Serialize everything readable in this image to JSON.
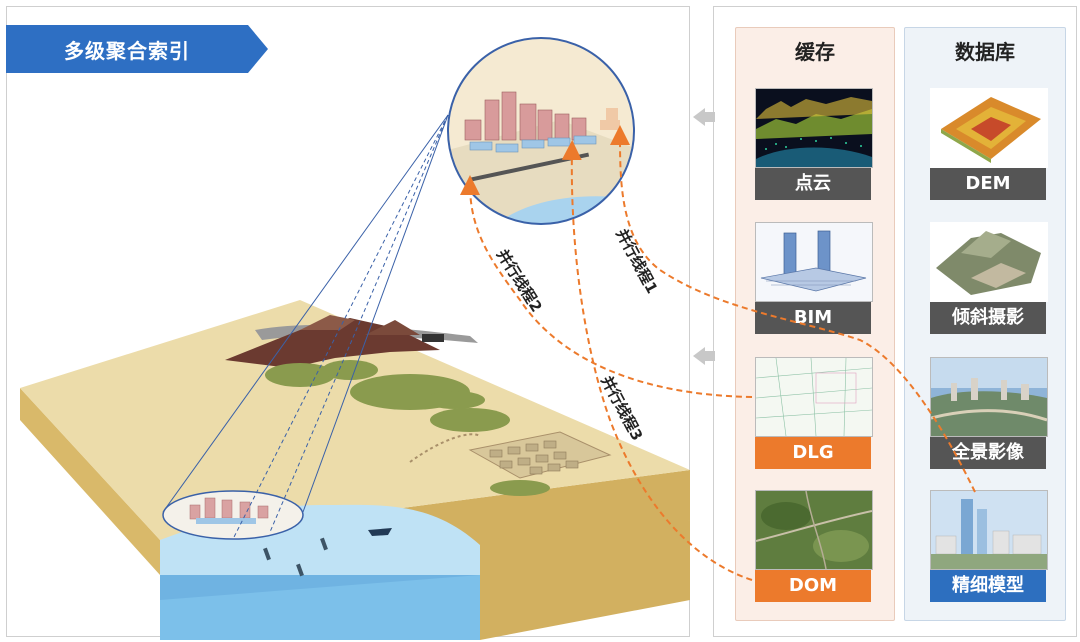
{
  "banner": {
    "title": "多级聚合索引",
    "color": "#2e6fc3"
  },
  "cache": {
    "title": "缓存",
    "items": [
      {
        "label": "点云",
        "style": "gray"
      },
      {
        "label": "BIM",
        "style": "gray"
      },
      {
        "label": "DLG",
        "style": "orange"
      },
      {
        "label": "DOM",
        "style": "orange"
      }
    ]
  },
  "database": {
    "title": "数据库",
    "items": [
      {
        "label": "DEM",
        "style": "gray"
      },
      {
        "label": "倾斜摄影",
        "style": "gray"
      },
      {
        "label": "全景影像",
        "style": "gray"
      },
      {
        "label": "精细模型",
        "style": "blue"
      }
    ]
  },
  "threads": {
    "t1": "并行线程1",
    "t2": "并行线程2",
    "t3": "并行线程3"
  },
  "colors": {
    "orange": "#ec7a2c",
    "gray": "#555555",
    "blue": "#2d6fbf",
    "sand": "#e8d9a4",
    "water": "#9fd0ef"
  }
}
